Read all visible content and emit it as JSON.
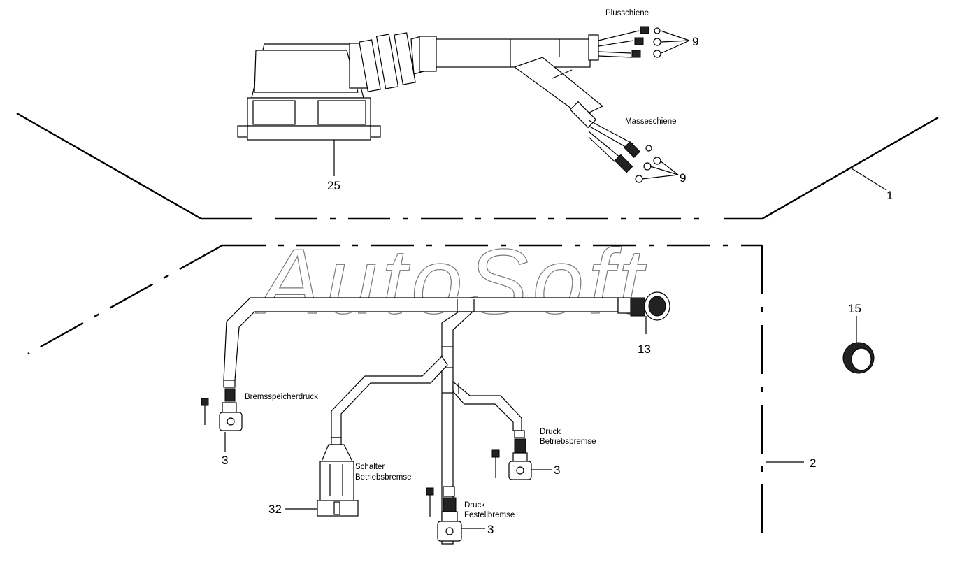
{
  "diagram": {
    "watermark": "AutoSoft",
    "labels": {
      "plusschiene": "Plusschiene",
      "masseschiene": "Masseschiene",
      "bremsspeicherdruck": "Bremsspeicherdruck",
      "schalter_line1": "Schalter",
      "schalter_line2": "Betriebsbremse",
      "druck_betrieb_line1": "Druck",
      "druck_betrieb_line2": "Betriebsbremse",
      "druck_fest_line1": "Druck",
      "druck_fest_line2": "Festellbremse"
    },
    "callouts": {
      "c9_top": "9",
      "c9_bottom": "9",
      "c25": "25",
      "c1": "1",
      "c2": "2",
      "c13": "13",
      "c15": "15",
      "c3_left": "3",
      "c3_right": "3",
      "c3_bottom": "3",
      "c32": "32"
    }
  }
}
